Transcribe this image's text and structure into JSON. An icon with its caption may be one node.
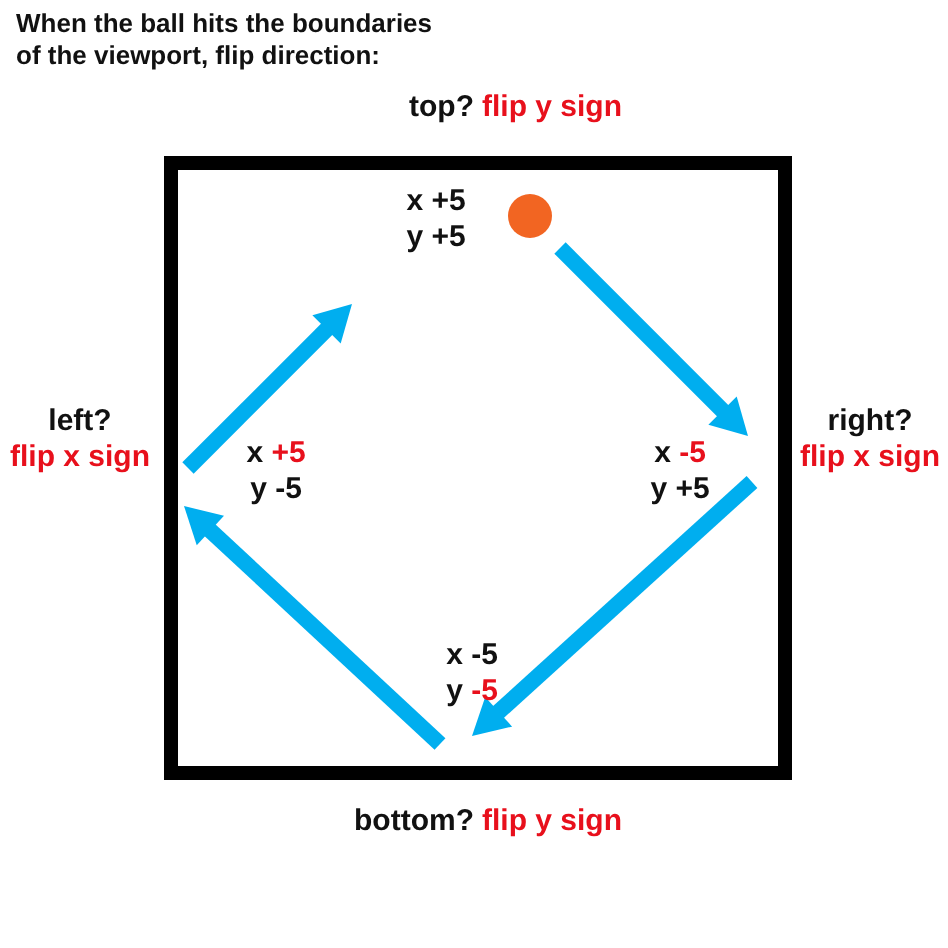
{
  "diagram": {
    "title": "When the ball hits the boundaries of the viewport, flip direction:",
    "labels": [
      "top?",
      "flip y sign",
      "x +5",
      "y +5",
      "left?",
      "flip x sign",
      "x +5",
      "y -5",
      "x -5",
      "y +5",
      "right?",
      "flip x sign",
      "x -5",
      "y -5",
      "bottom?",
      "flip y sign"
    ]
  }
}
